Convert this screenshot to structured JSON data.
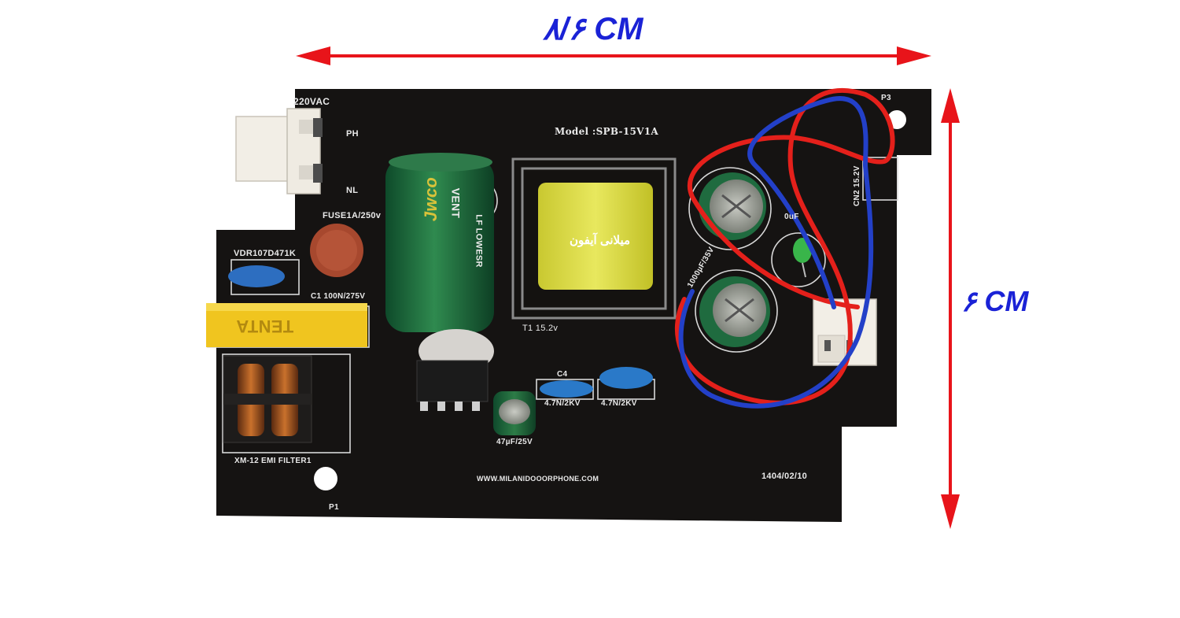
{
  "dimensions": {
    "width_label": "۸/۶ CM",
    "height_label": "۶ CM",
    "arrow_color": "#e8141a",
    "label_color": "#1a22d6"
  },
  "board": {
    "color": "#151312",
    "silkscreen_color": "#e9e9e9",
    "model": "Model :SPB-15V1A",
    "input_label": "220VAC",
    "ph_label": "PH",
    "nl_label": "NL",
    "fuse_label": "FUSE1A/250v",
    "vdr_label": "VDR107D471K",
    "c1_label": "C1 100N/275V",
    "transformer_label": "T1 15.2v",
    "transformer_sticker": "میلانی آیفون",
    "c4_ref": "C4",
    "c4_value": "4.7N/2KV",
    "c5_value": "4.7N/2KV",
    "c3_value": "47µF/25V",
    "c6_value": "1000µF/35V",
    "c7_value": "0uF",
    "cn2_label": "CN2 15.2V",
    "p3_label": "P3",
    "p1_label": "P1",
    "emi_label": "XM-12   EMI FILTER1",
    "website": "WWW.MILANIDOOORPHONE.COM",
    "date": "1404/02/10",
    "bulk_cap_text": "VENT",
    "bulk_cap_brand": "Jwco",
    "bulk_cap_spec": "LF LOWESR",
    "x_cap_brand": "TENTA"
  }
}
